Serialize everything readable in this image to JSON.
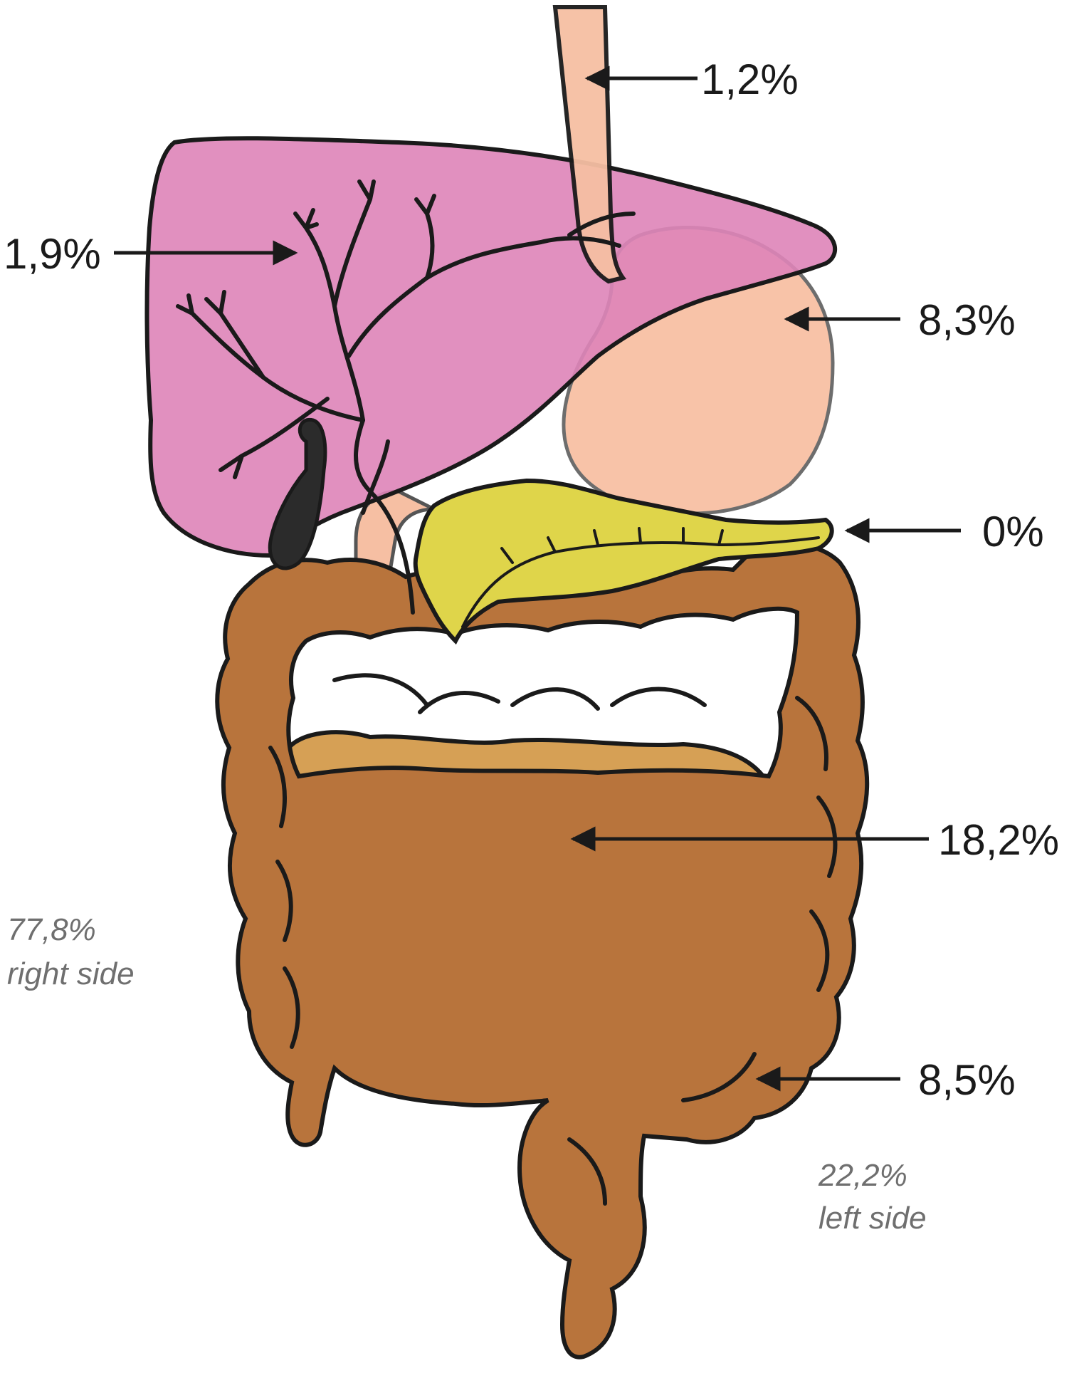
{
  "labels": {
    "esophagus": "1,2%",
    "liver": "1,9%",
    "stomach": "8,3%",
    "pancreas": "0%",
    "small_intestine": "18,2%",
    "colon_left": "8,5%"
  },
  "notes": {
    "right_pct": "77,8%",
    "right_side": "right side",
    "left_pct": "22,2%",
    "left_side": "left side"
  },
  "colors": {
    "esophagus": "#F6BFA3",
    "liver": "#DE84B8",
    "stomach": "#F8C0A4",
    "pancreas": "#DFD54A",
    "small_intestine": "#D6A055",
    "colon": "#B8743C",
    "outline": "#1a1a1a"
  }
}
